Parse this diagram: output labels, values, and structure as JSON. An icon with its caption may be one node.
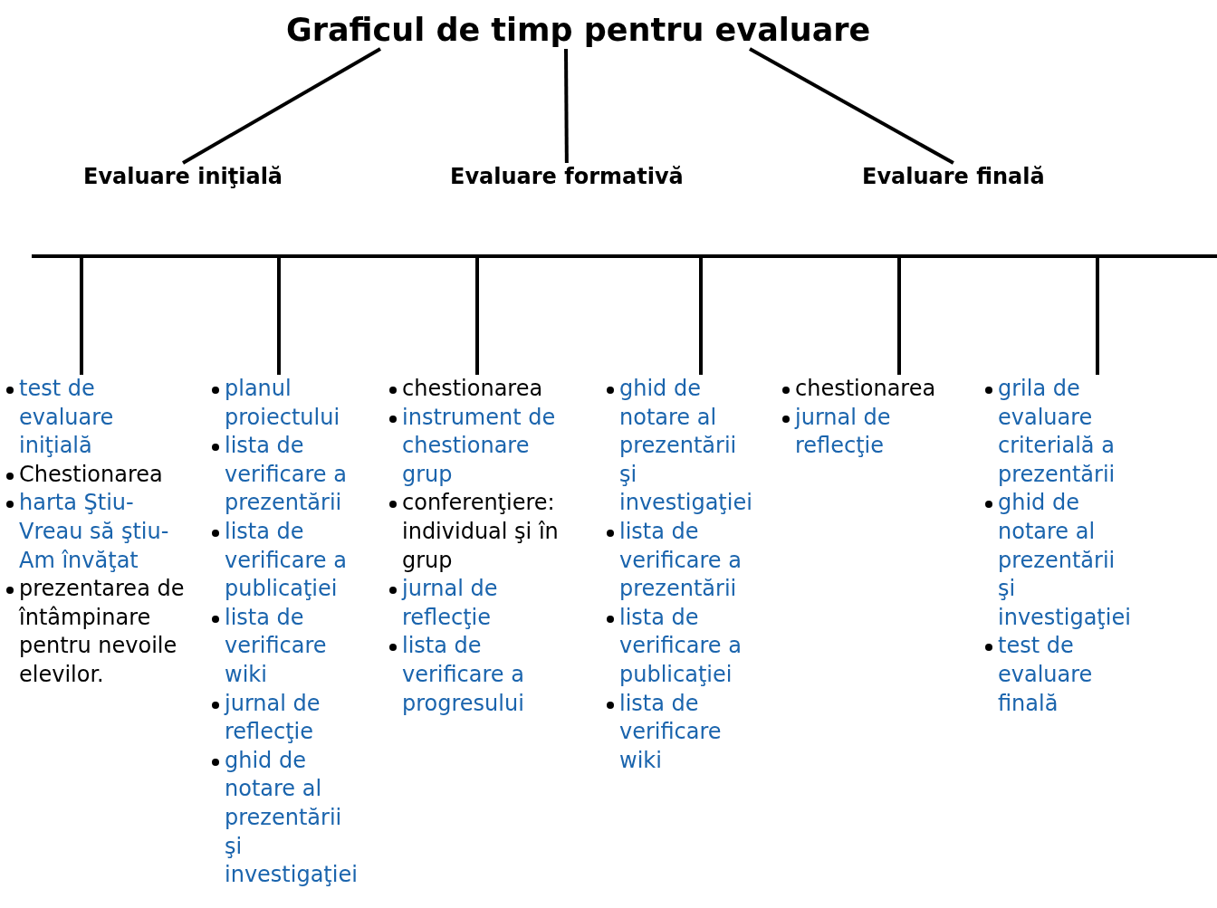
{
  "diagram": {
    "nodes": [
      {
        "text": [
          "Graficul de timp pentru evaluare"
        ]
      },
      {
        "text": [
          "Evaluare iniţială"
        ]
      },
      {
        "text": [
          "Evaluare formativă"
        ]
      },
      {
        "text": [
          "Evaluare finală"
        ]
      },
      {
        "text": [],
        "shape": "bar"
      },
      {
        "text": [
          "test de evaluare iniţială",
          "Chestionarea",
          "harta Ştiu-Vreau să ştiu-Am învăţat",
          "prezentarea de întâmpinare pentru nevoile elevilor."
        ]
      },
      {
        "text": [
          "planul proiectului",
          "lista de verificare a prezentării",
          "lista de verificare a publicaţiei",
          "lista de verificare wiki",
          "jurnal de reflecţie",
          "ghid de notare al prezentării şi investigaţiei"
        ]
      },
      {
        "text": [
          "chestionarea",
          "instrument de chestionare grup",
          "conferenţiere: individual şi în grup",
          "jurnal de reflecţie",
          "lista de verificare a progresului"
        ]
      },
      {
        "text": [
          "ghid de notare al prezentării şi investigaţiei",
          "lista de verificare a prezentării",
          "lista de verificare a publicaţiei",
          "lista de verificare wiki"
        ]
      },
      {
        "text": [
          "chestionarea",
          "jurnal de reflecţie"
        ]
      },
      {
        "text": [
          "grila de evaluare criterială a prezentării",
          "ghid de notare al prezentării şi investigaţiei",
          "test de evaluare finală"
        ]
      }
    ],
    "edges": [
      {
        "from": 0,
        "to": 1,
        "arrow": "none"
      },
      {
        "from": 0,
        "to": 2,
        "arrow": "none"
      },
      {
        "from": 0,
        "to": 3,
        "arrow": "none"
      },
      {
        "from": 4,
        "to": 5,
        "arrow": "none"
      },
      {
        "from": 4,
        "to": 6,
        "arrow": "none"
      },
      {
        "from": 4,
        "to": 7,
        "arrow": "none"
      },
      {
        "from": 4,
        "to": 8,
        "arrow": "none"
      },
      {
        "from": 4,
        "to": 9,
        "arrow": "none"
      },
      {
        "from": 4,
        "to": 10,
        "arrow": "none"
      }
    ]
  }
}
